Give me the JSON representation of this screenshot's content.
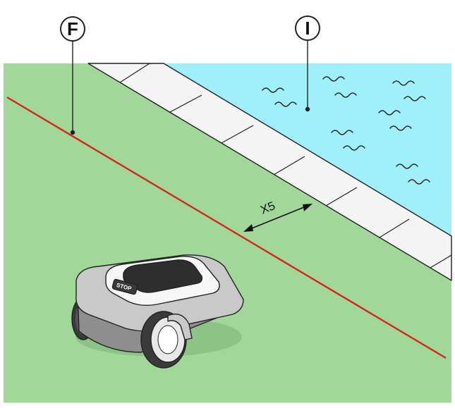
{
  "callouts": {
    "boundary_wire": "F",
    "water_area": "I"
  },
  "dimension": {
    "label": "X5"
  },
  "mower": {
    "stop_label": "STOP"
  },
  "colors": {
    "lawn": "#a1d89a",
    "water": "#9ff0fb",
    "paving": "#f4f4f4",
    "boundary_wire": "#d9231f",
    "outline": "#222222"
  }
}
